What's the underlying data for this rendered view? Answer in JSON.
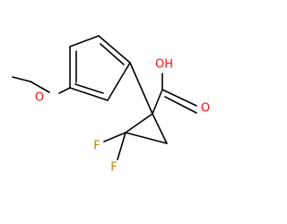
{
  "molecule": {
    "atoms": {
      "methoxy_oxygen": {
        "label": "O",
        "color": "#ff0d0d"
      },
      "hydroxyl": {
        "label": "OH",
        "color": "#ff0d0d"
      },
      "carbonyl_oxygen": {
        "label": "O",
        "color": "#ff0d0d"
      },
      "fluorine_1": {
        "label": "F",
        "color": "#b8860b"
      },
      "fluorine_2": {
        "label": "F",
        "color": "#b8860b"
      }
    }
  }
}
